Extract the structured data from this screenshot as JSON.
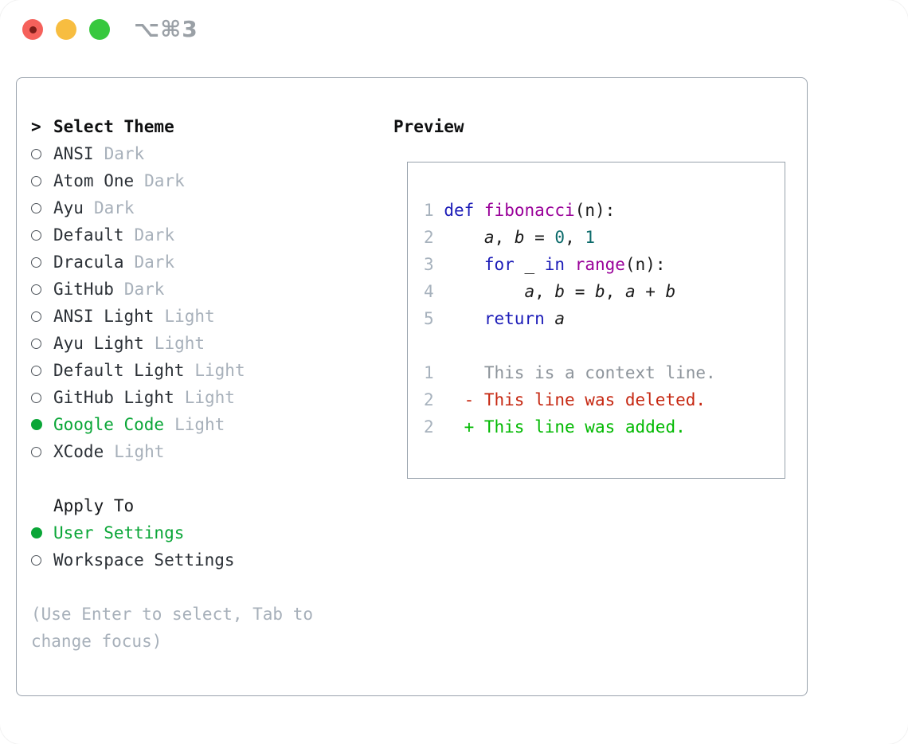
{
  "window": {
    "shortcut": "⌥⌘3",
    "traffic_light_colors": {
      "close": "#f5615b",
      "close_inner_dot": "#7e1d18",
      "minimize": "#f7bd40",
      "zoom": "#37c83e"
    }
  },
  "theme_list": {
    "prompt": ">",
    "header": "Select Theme",
    "items": [
      {
        "name": "ANSI",
        "variant": "Dark",
        "selected": false
      },
      {
        "name": "Atom One",
        "variant": "Dark",
        "selected": false
      },
      {
        "name": "Ayu",
        "variant": "Dark",
        "selected": false
      },
      {
        "name": "Default",
        "variant": "Dark",
        "selected": false
      },
      {
        "name": "Dracula",
        "variant": "Dark",
        "selected": false
      },
      {
        "name": "GitHub",
        "variant": "Dark",
        "selected": false
      },
      {
        "name": "ANSI Light",
        "variant": "Light",
        "selected": false
      },
      {
        "name": "Ayu Light",
        "variant": "Light",
        "selected": false
      },
      {
        "name": "Default Light",
        "variant": "Light",
        "selected": false
      },
      {
        "name": "GitHub Light",
        "variant": "Light",
        "selected": false
      },
      {
        "name": "Google Code",
        "variant": "Light",
        "selected": true
      },
      {
        "name": "XCode",
        "variant": "Light",
        "selected": false
      }
    ]
  },
  "apply_to": {
    "header": "Apply To",
    "options": [
      {
        "label": "User Settings",
        "selected": true
      },
      {
        "label": "Workspace Settings",
        "selected": false
      }
    ]
  },
  "hint": {
    "text": "(Use Enter to select, Tab to change focus)"
  },
  "preview": {
    "header": "Preview",
    "code_lines": [
      {
        "num": "1",
        "tokens": [
          [
            " ",
            "pln"
          ],
          [
            "def",
            "kw"
          ],
          [
            " ",
            "pln"
          ],
          [
            "fibonacci",
            "fn"
          ],
          [
            "(n):",
            "pln"
          ]
        ]
      },
      {
        "num": "2",
        "tokens": [
          [
            "     ",
            "pln"
          ],
          [
            "a",
            "var"
          ],
          [
            ", ",
            "pln"
          ],
          [
            "b",
            "var"
          ],
          [
            " = ",
            "pln"
          ],
          [
            "0",
            "lit"
          ],
          [
            ", ",
            "pln"
          ],
          [
            "1",
            "lit"
          ]
        ]
      },
      {
        "num": "3",
        "tokens": [
          [
            "     ",
            "pln"
          ],
          [
            "for",
            "kw"
          ],
          [
            " _ ",
            "pln"
          ],
          [
            "in",
            "kw"
          ],
          [
            " ",
            "pln"
          ],
          [
            "range",
            "fn"
          ],
          [
            "(n):",
            "pln"
          ]
        ]
      },
      {
        "num": "4",
        "tokens": [
          [
            "         ",
            "pln"
          ],
          [
            "a",
            "var"
          ],
          [
            ", ",
            "pln"
          ],
          [
            "b",
            "var"
          ],
          [
            " = ",
            "pln"
          ],
          [
            "b",
            "var"
          ],
          [
            ", ",
            "pln"
          ],
          [
            "a",
            "var"
          ],
          [
            " + ",
            "pln"
          ],
          [
            "b",
            "var"
          ]
        ]
      },
      {
        "num": "5",
        "tokens": [
          [
            "     ",
            "pln"
          ],
          [
            "return",
            "kw"
          ],
          [
            " ",
            "pln"
          ],
          [
            "a",
            "var"
          ]
        ]
      }
    ],
    "diff_lines": [
      {
        "num": "1",
        "kind": "context",
        "text": "     This is a context line."
      },
      {
        "num": "2",
        "kind": "deleted",
        "text": "   - This line was deleted."
      },
      {
        "num": "2",
        "kind": "added",
        "text": "   + This line was added."
      }
    ]
  },
  "colors": {
    "selection_green": "#0aa637",
    "added_green": "#02b902",
    "deleted_red": "#c62812",
    "keyword_blue": "#1c1cb8",
    "function_magenta": "#990099",
    "literal_teal": "#0b6a6a",
    "muted_gray": "#a7b0ba",
    "line_number_gray": "#a7b2bd",
    "panel_border": "#9aa3ad"
  }
}
